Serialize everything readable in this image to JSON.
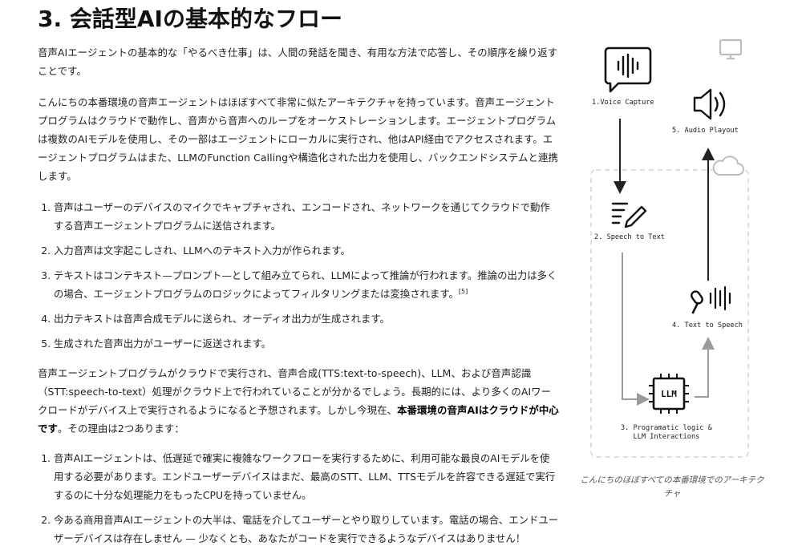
{
  "heading": "3. 会話型AIの基本的なフロー",
  "intro": "音声AIエージェントの基本的な「やるべき仕事」は、人間の発話を聞き、有用な方法で応答し、その順序を繰り返すことです。",
  "architecture": "こんにちの本番環境の音声エージェントはほぼすべて非常に似たアーキテクチャを持っています。音声エージェントプログラムはクラウドで動作し、音声から音声へのループをオーケストレーションします。エージェントプログラムは複数のAIモデルを使用し、その一部はエージェントにローカルに実行され、他はAPI経由でアクセスされます。エージェントプログラムはまた、LLMのFunction Callingや構造化された出力を使用し、バックエンドシステムと連携します。",
  "steps": [
    {
      "text": "音声はユーザーのデバイスのマイクでキャプチャされ、エンコードされ、ネットワークを通じてクラウドで動作する音声エージェントプログラムに送信されます。",
      "note": ""
    },
    {
      "text": "入力音声は文字起こしされ、LLMへのテキスト入力が作られます。",
      "note": ""
    },
    {
      "text": "テキストはコンテキスト—プロンプト—として組み立てられ、LLMによって推論が行われます。推論の出力は多くの場合、エージェントプログラムのロジックによってフィルタリングまたは変換されます。",
      "note": "[5]"
    },
    {
      "text": "出力テキストは音声合成モデルに送られ、オーディオ出力が生成されます。",
      "note": ""
    },
    {
      "text": "生成された音声出力がユーザーに返送されます。",
      "note": ""
    }
  ],
  "cloud_paragraph": {
    "before": "音声エージェントプログラムがクラウドで実行され、音声合成(TTS:text-to-speech)、LLM、および音声認識（STT:speech-to-text）処理がクラウド上で行われていることが分かるでしょう。長期的には、より多くのAIワークロードがデバイス上で実行されるようになると予想されます。しかし今現在、",
    "bold": "本番環境の音声AIはクラウドが中心です",
    "after": "。その理由は2つあります："
  },
  "reasons": [
    "音声AIエージェントは、低遅延で確実に複雑なワークフローを実行するために、利用可能な最良のAIモデルを使用する必要があります。エンドユーザーデバイスはまだ、最高のSTT、LLM、TTSモデルを許容できる遅延で実行するのに十分な処理能力をもったCPUを持っていません。",
    "今ある商用音声AIエージェントの大半は、電話を介してユーザーとやり取りしています。電話の場合、エンドユーザーデバイスは存在しません — 少なくとも、あなたがコードを実行できるようなデバイスはありません！"
  ],
  "figure": {
    "labels": {
      "voice_capture": "1.Voice Capture",
      "speech_to_text": "2. Speech to Text",
      "llm_interactions": "3. Programatic logic &\nLLM Interactions",
      "text_to_speech": "4. Text to Speech",
      "audio_playout": "5. Audio Playout"
    },
    "chip_text": "LLM",
    "icons": [
      "speech-bubble-waveform-icon",
      "monitor-icon",
      "speaker-icon",
      "cloud-icon",
      "text-pen-icon",
      "microphone-waveform-icon",
      "llm-chip-icon"
    ],
    "colors": {
      "dark_arrow": "#222222",
      "light_arrow": "#9a9a9a",
      "dashed_box": "#d4d4d4",
      "icon_gray": "#bdbdbd"
    }
  },
  "caption": "こんにちのほぼすべての本番環境でのアーキテクチャ"
}
